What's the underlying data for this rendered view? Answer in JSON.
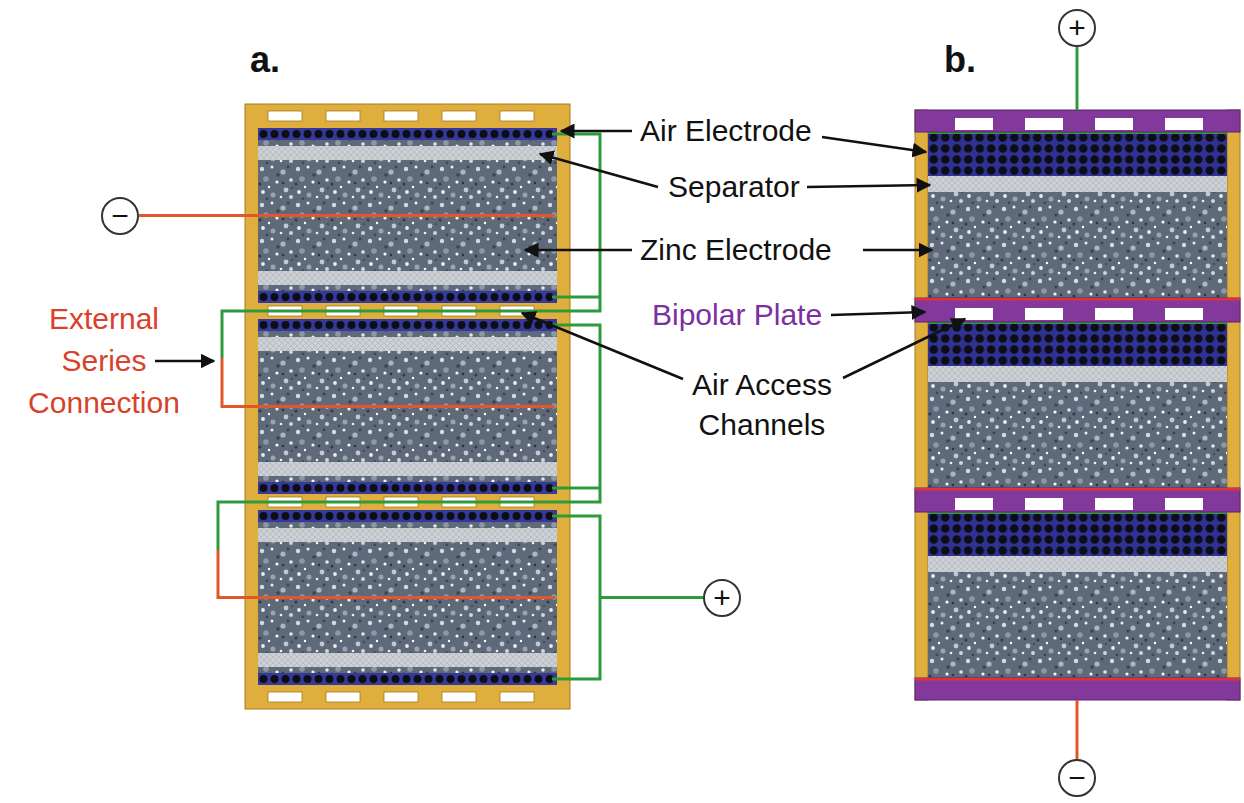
{
  "diagram": {
    "nodes": [
      {
        "text": [
          "+"
        ]
      },
      {
        "text": [
          "−"
        ]
      },
      {
        "text": [
          "+"
        ]
      },
      {
        "text": [
          "−"
        ]
      }
    ],
    "labels": [
      "a.",
      "b.",
      "Air Electrode",
      "Separator",
      "Zinc Electrode",
      "Bipolar Plate",
      "External Series Connection",
      "Air Access Channels"
    ]
  }
}
